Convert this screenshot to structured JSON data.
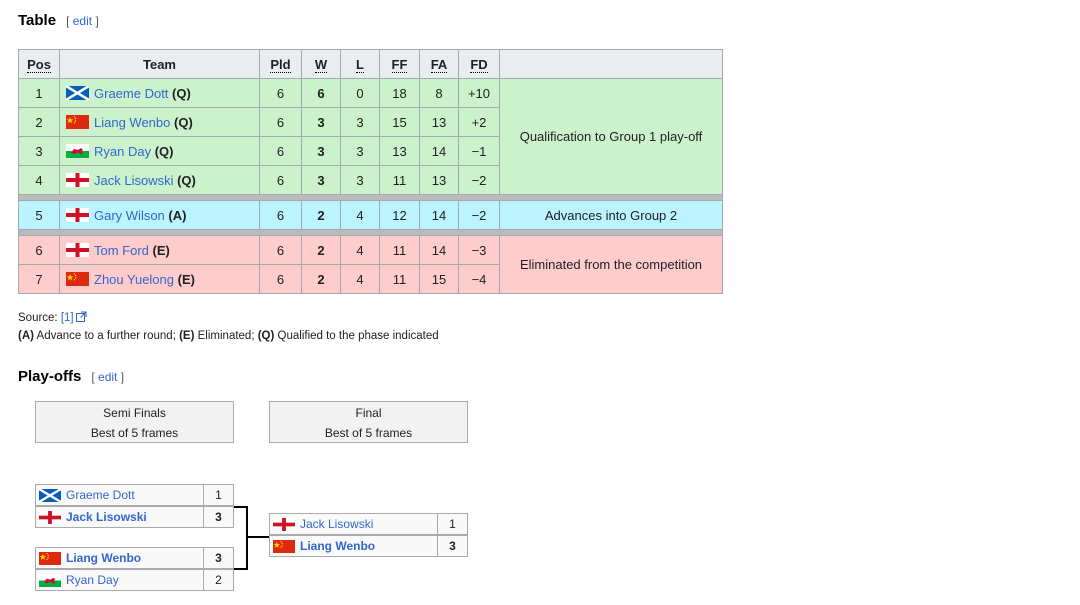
{
  "table_section": {
    "title": "Table",
    "edit_label": "edit"
  },
  "table": {
    "headers": [
      "Pos",
      "Team",
      "Pld",
      "W",
      "L",
      "FF",
      "FA",
      "FD"
    ],
    "rows": [
      {
        "pos": "1",
        "flag": "scotland",
        "team": "Graeme Dott",
        "tag": "(Q)",
        "pld": "6",
        "w": "6",
        "l": "0",
        "ff": "18",
        "fa": "8",
        "fd": "+10"
      },
      {
        "pos": "2",
        "flag": "china",
        "team": "Liang Wenbo",
        "tag": "(Q)",
        "pld": "6",
        "w": "3",
        "l": "3",
        "ff": "15",
        "fa": "13",
        "fd": "+2"
      },
      {
        "pos": "3",
        "flag": "wales",
        "team": "Ryan Day",
        "tag": "(Q)",
        "pld": "6",
        "w": "3",
        "l": "3",
        "ff": "13",
        "fa": "14",
        "fd": "−1"
      },
      {
        "pos": "4",
        "flag": "england",
        "team": "Jack Lisowski",
        "tag": "(Q)",
        "pld": "6",
        "w": "3",
        "l": "3",
        "ff": "11",
        "fa": "13",
        "fd": "−2"
      },
      {
        "pos": "5",
        "flag": "england",
        "team": "Gary Wilson",
        "tag": "(A)",
        "pld": "6",
        "w": "2",
        "l": "4",
        "ff": "12",
        "fa": "14",
        "fd": "−2"
      },
      {
        "pos": "6",
        "flag": "england",
        "team": "Tom Ford",
        "tag": "(E)",
        "pld": "6",
        "w": "2",
        "l": "4",
        "ff": "11",
        "fa": "14",
        "fd": "−3"
      },
      {
        "pos": "7",
        "flag": "china",
        "team": "Zhou Yuelong",
        "tag": "(E)",
        "pld": "6",
        "w": "2",
        "l": "4",
        "ff": "11",
        "fa": "15",
        "fd": "−4"
      }
    ],
    "notes": {
      "qualification": "Qualification to Group 1 play-off",
      "advances": "Advances into Group 2",
      "eliminated": "Eliminated from the competition"
    },
    "colors": {
      "qualified": "#ccf2cc",
      "advance": "#bbf3ff",
      "eliminated": "#ffcccc"
    }
  },
  "source": {
    "label": "Source:",
    "ref": "[1]"
  },
  "legend": {
    "a_key": "(A)",
    "a_text": " Advance to a further round; ",
    "e_key": "(E)",
    "e_text": " Eliminated; ",
    "q_key": "(Q)",
    "q_text": " Qualified to the phase indicated"
  },
  "playoffs_section": {
    "title": "Play-offs",
    "edit_label": "edit"
  },
  "bracket": {
    "rounds": [
      {
        "name": "Semi Finals",
        "format": "Best of 5 frames"
      },
      {
        "name": "Final",
        "format": "Best of 5 frames"
      }
    ],
    "semi1": [
      {
        "flag": "scotland",
        "name": "Graeme Dott",
        "score": "1"
      },
      {
        "flag": "england",
        "name": "Jack Lisowski",
        "score": "3"
      }
    ],
    "semi2": [
      {
        "flag": "china",
        "name": "Liang Wenbo",
        "score": "3"
      },
      {
        "flag": "wales",
        "name": "Ryan Day",
        "score": "2"
      }
    ],
    "final": [
      {
        "flag": "england",
        "name": "Jack Lisowski",
        "score": "1"
      },
      {
        "flag": "china",
        "name": "Liang Wenbo",
        "score": "3"
      }
    ]
  }
}
